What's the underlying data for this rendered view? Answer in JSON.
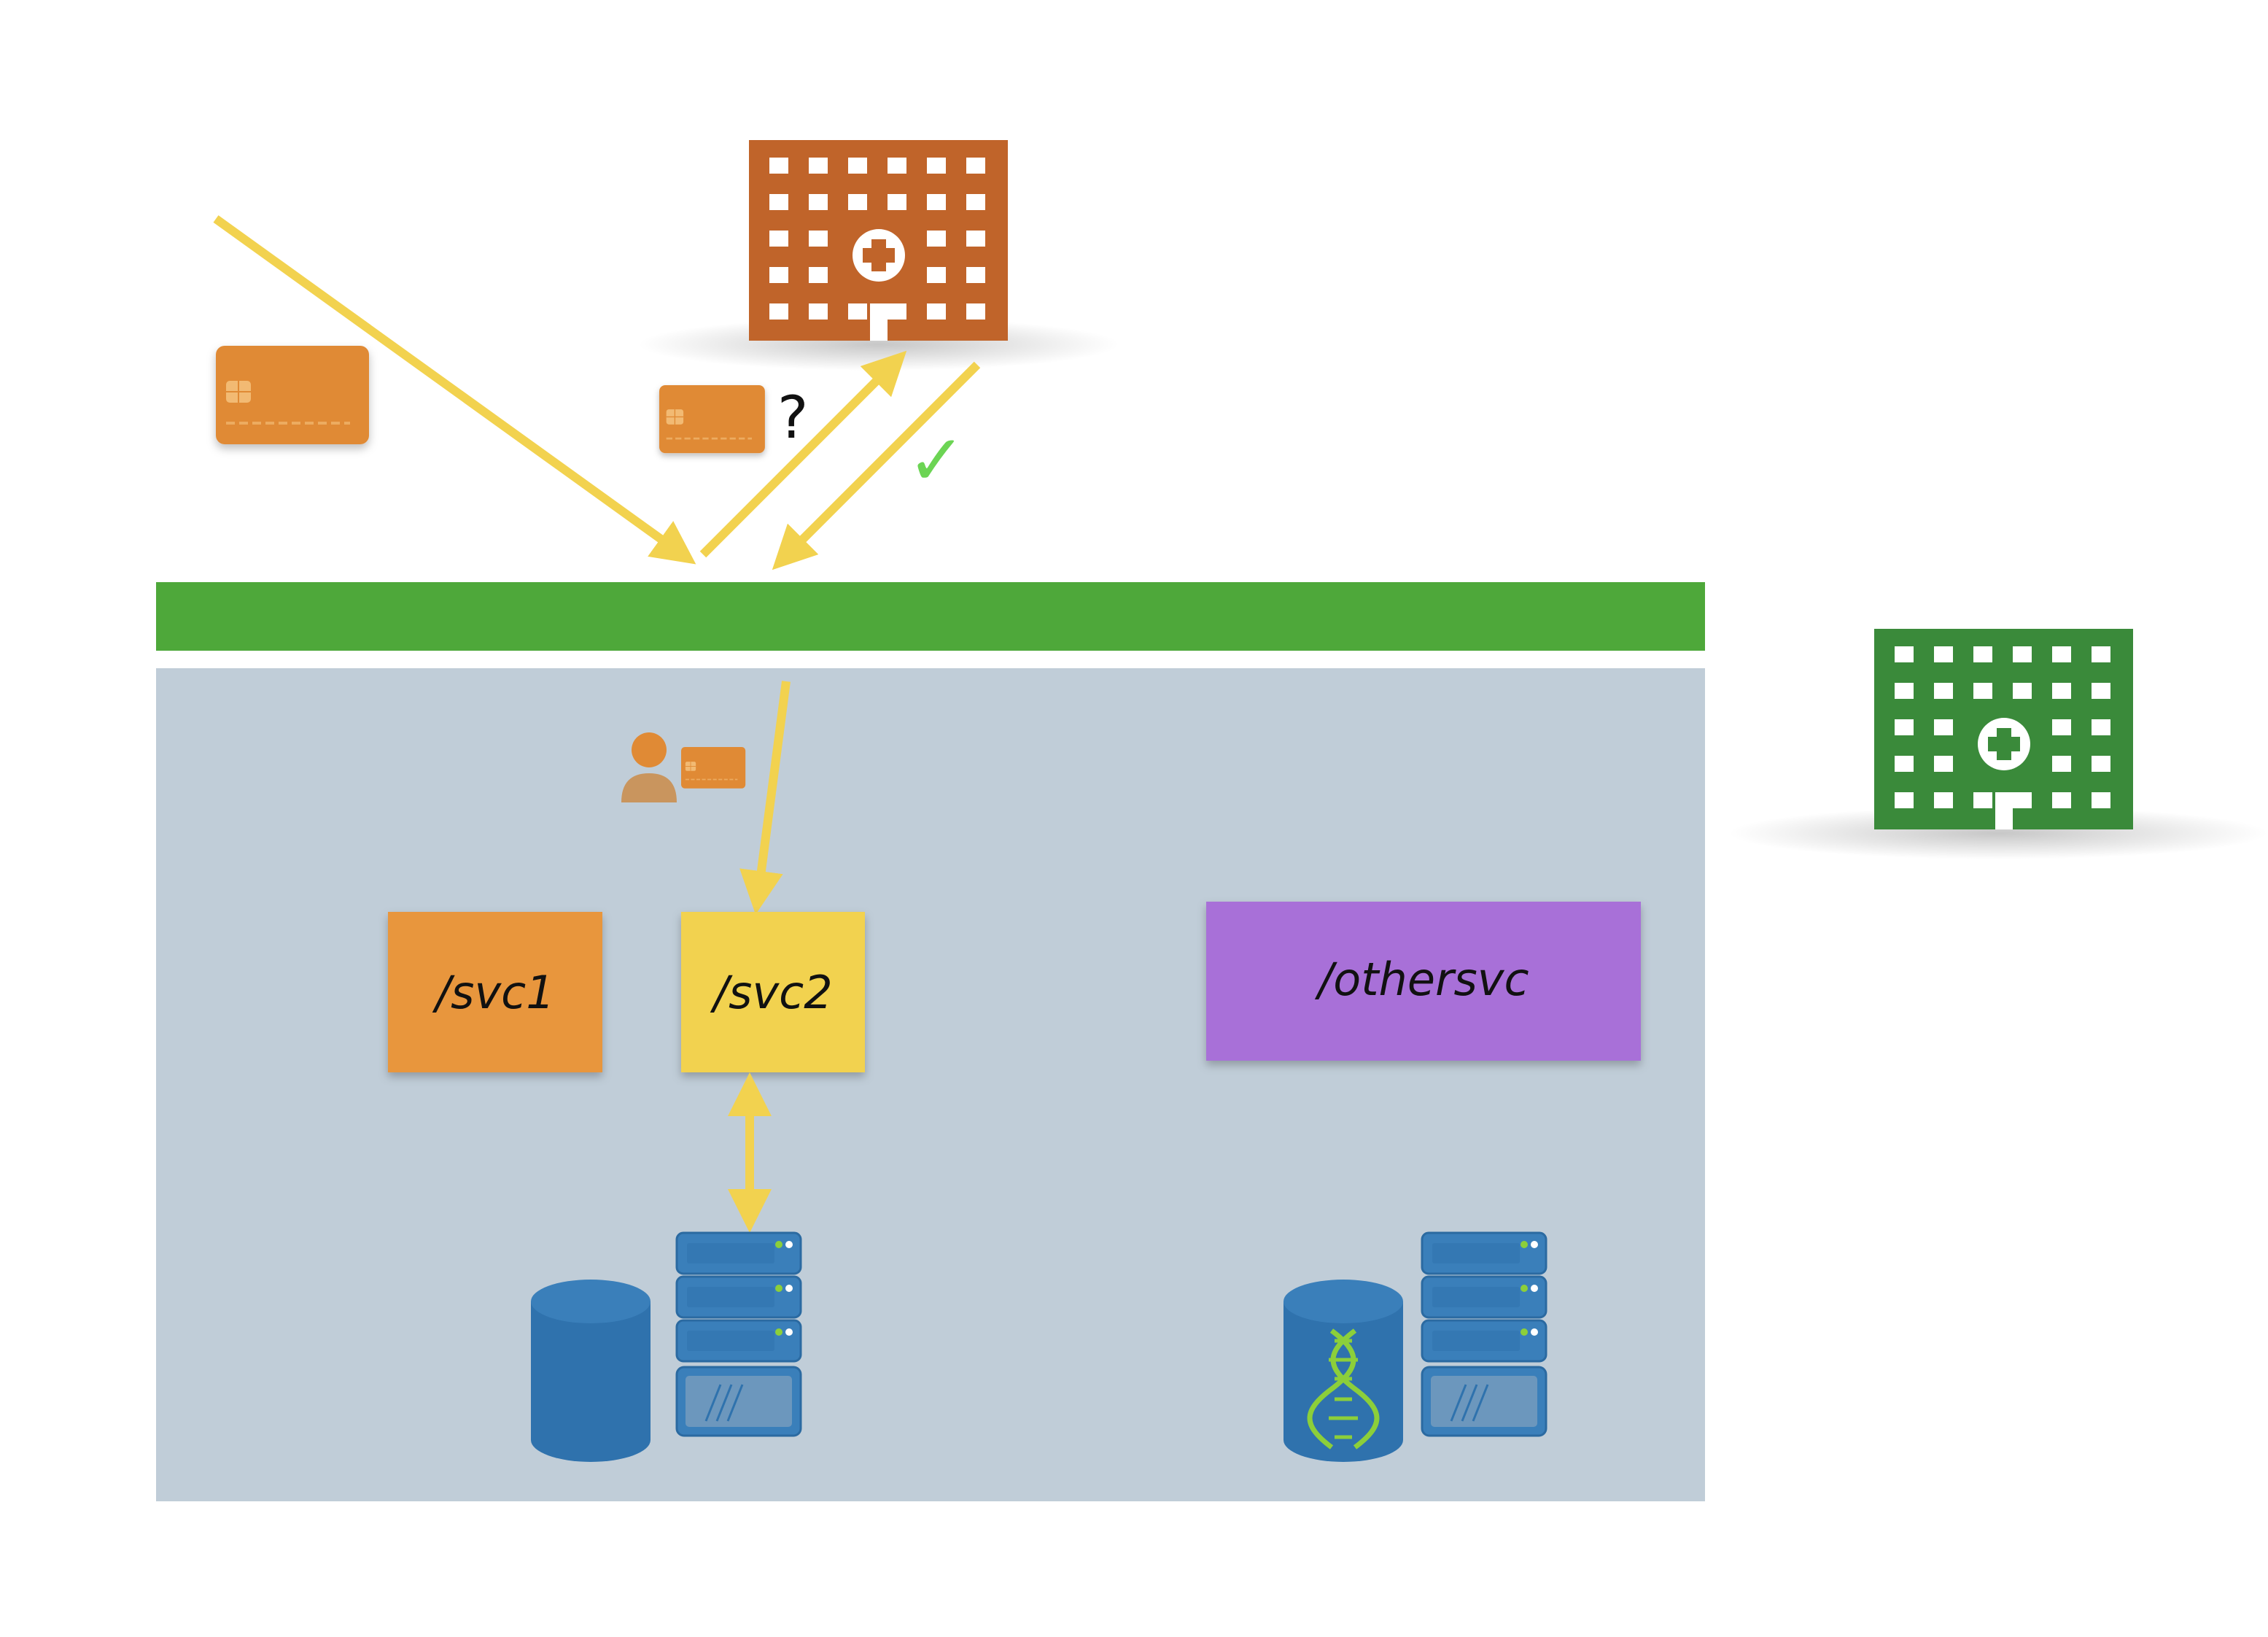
{
  "services": {
    "svc1": "/svc1",
    "svc2": "/svc2",
    "othersvc": "/othersvc"
  },
  "marks": {
    "question": "?",
    "check": "✓"
  },
  "icons": {
    "hospital_primary": "hospital-building-icon",
    "hospital_secondary": "hospital-building-icon",
    "credit_card": "credit-card-icon",
    "user": "user-icon",
    "database": "database-icon",
    "server": "server-rack-icon",
    "dna": "dna-icon"
  },
  "colors": {
    "gateway_bar": "#4ea83a",
    "cluster_bg": "#c0cdd8",
    "hospital_primary": "#c0642a",
    "hospital_secondary": "#3a8a3a",
    "arrow": "#f2d24f",
    "svc1": "#e8963d",
    "svc2": "#f2d24f",
    "othersvc": "#a870d8",
    "credit_card": "#e08a35",
    "check": "#6cd454",
    "storage": "#2f72ad",
    "dna": "#8ccf3a"
  }
}
